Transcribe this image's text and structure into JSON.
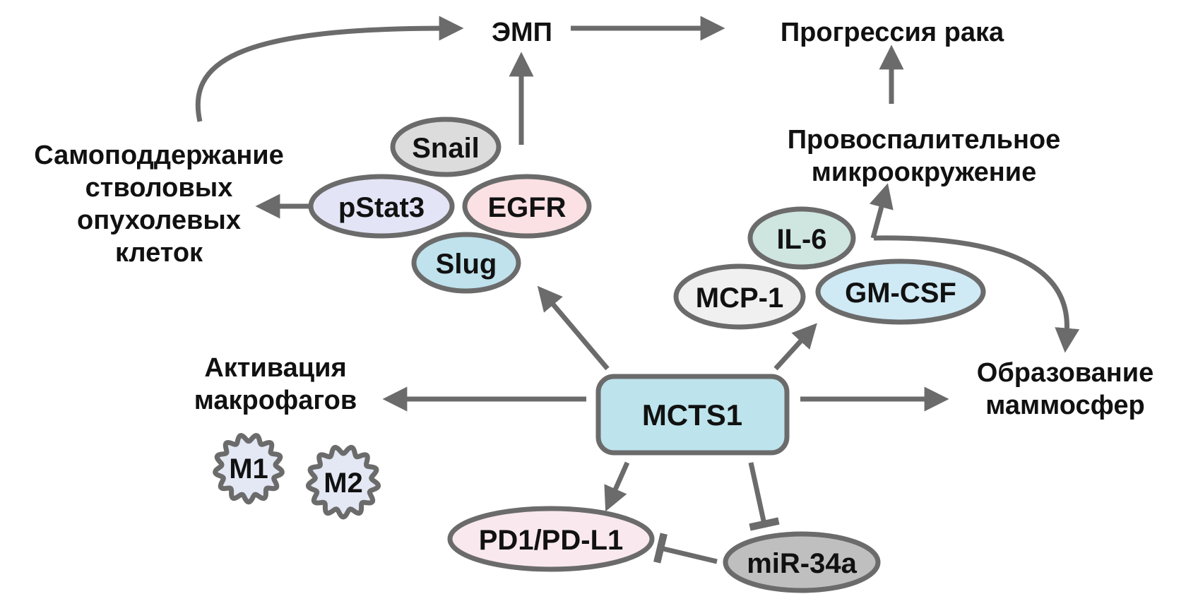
{
  "labels": {
    "emt": "ЭМП",
    "cancer_progression": "Прогрессия рака",
    "self_renewal_1": "Самоподдержание",
    "self_renewal_2": "стволовых",
    "self_renewal_3": "опухолевых",
    "self_renewal_4": "клеток",
    "inflam_1": "Провоспалительное",
    "inflam_2": "микроокружение",
    "macro_1": "Активация",
    "macro_2": "макрофагов",
    "mammo_1": "Образование",
    "mammo_2": "маммосфер"
  },
  "nodes": {
    "snail": "Snail",
    "pstat3": "pStat3",
    "egfr": "EGFR",
    "slug": "Slug",
    "il6": "IL-6",
    "mcp1": "MCP-1",
    "gmcsf": "GM-CSF",
    "mcts1": "MCTS1",
    "pd1": "PD1/PD-L1",
    "mir34a": "miR-34a",
    "m1": "M1",
    "m2": "M2"
  },
  "colors": {
    "outline": "#6b6b6b",
    "snail": "#dcdcdc",
    "pstat3": "#e3e5f6",
    "egfr": "#fbe1e4",
    "slug": "#bfe2ec",
    "il6": "#cfe5df",
    "mcp1": "#f0f0f0",
    "gmcsf": "#cfe9f5",
    "mcts1": "#bde3ec",
    "pd1": "#f9e8ee",
    "mir34a": "#bfbfbf",
    "macrophage": "#e4e8f5"
  }
}
